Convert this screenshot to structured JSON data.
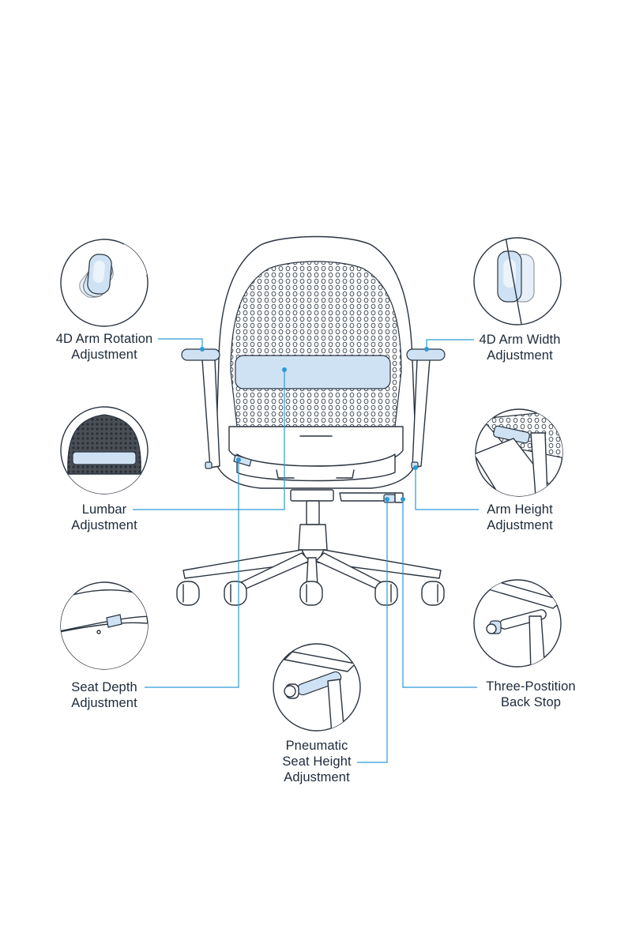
{
  "callouts": [
    {
      "id": "arm-rotation",
      "lines": [
        "4D Arm Rotation",
        "Adjustment"
      ]
    },
    {
      "id": "arm-width",
      "lines": [
        "4D Arm Width",
        "Adjustment"
      ]
    },
    {
      "id": "lumbar",
      "lines": [
        "Lumbar",
        "Adjustment"
      ]
    },
    {
      "id": "arm-height",
      "lines": [
        "Arm Height",
        "Adjustment"
      ]
    },
    {
      "id": "seat-depth",
      "lines": [
        "Seat Depth",
        "Adjustment"
      ]
    },
    {
      "id": "back-stop",
      "lines": [
        "Three-Postition",
        "Back Stop"
      ]
    },
    {
      "id": "seat-height",
      "lines": [
        "Pneumatic",
        "Seat Height",
        "Adjustment"
      ]
    }
  ],
  "colors": {
    "accent": "#2d9ad6",
    "highlight": "#cfe2f3",
    "ink": "#2a3440",
    "text": "#1d2a3a"
  }
}
